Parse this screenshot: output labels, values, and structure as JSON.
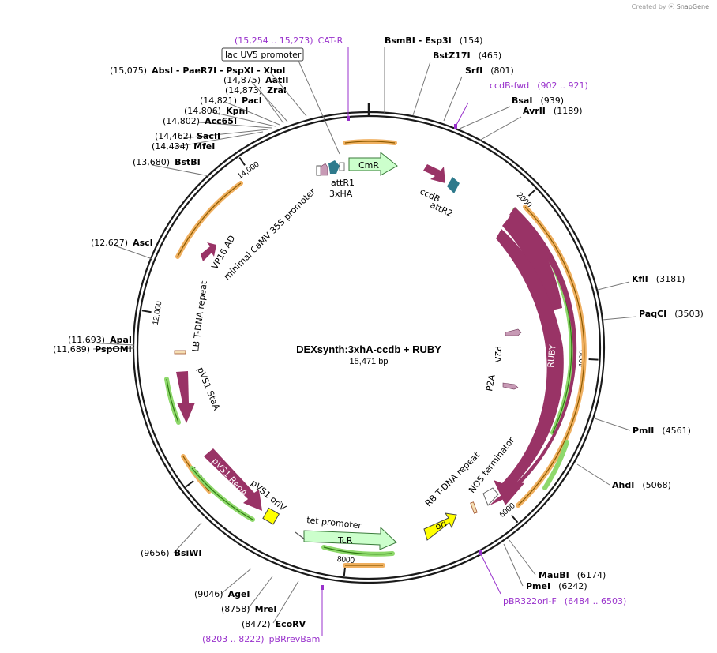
{
  "credit": {
    "prefix": "Created by",
    "brand": "SnapGene"
  },
  "map": {
    "name": "DEXsynth:3xhA-ccdb + RUBY",
    "length_label": "15,471 bp",
    "total_bp": 15471,
    "tick_labels": [
      {
        "bp": 2000,
        "label": "2000"
      },
      {
        "bp": 4000,
        "label": "4000"
      },
      {
        "bp": 6000,
        "label": "6000"
      },
      {
        "bp": 8000,
        "label": "8000"
      },
      {
        "bp": 10000,
        "label": "10,000"
      },
      {
        "bp": 12000,
        "label": "12,000"
      },
      {
        "bp": 14000,
        "label": "14,000"
      }
    ]
  },
  "enzymes": [
    {
      "name": "BsmBI - Esp3I",
      "pos": "(154)"
    },
    {
      "name": "BstZ17I",
      "pos": "(465)"
    },
    {
      "name": "SrfI",
      "pos": "(801)"
    },
    {
      "name": "BsaI",
      "pos": "(939)"
    },
    {
      "name": "AvrII",
      "pos": "(1189)"
    },
    {
      "name": "KflI",
      "pos": "(3181)"
    },
    {
      "name": "PaqCI",
      "pos": "(3503)"
    },
    {
      "name": "PmlI",
      "pos": "(4561)"
    },
    {
      "name": "AhdI",
      "pos": "(5068)"
    },
    {
      "name": "MauBI",
      "pos": "(6174)"
    },
    {
      "name": "PmeI",
      "pos": "(6242)"
    },
    {
      "name": "EcoRV",
      "pos": "(8472)"
    },
    {
      "name": "MreI",
      "pos": "(8758)"
    },
    {
      "name": "AgeI",
      "pos": "(9046)"
    },
    {
      "name": "BsiWI",
      "pos": "(9656)"
    },
    {
      "name": "PspOMI",
      "pos": "(11,689)"
    },
    {
      "name": "ApaI",
      "pos": "(11,693)"
    },
    {
      "name": "AscI",
      "pos": "(12,627)"
    },
    {
      "name": "BstBI",
      "pos": "(13,680)"
    },
    {
      "name": "MfeI",
      "pos": "(14,434)"
    },
    {
      "name": "SacII",
      "pos": "(14,462)"
    },
    {
      "name": "Acc65I",
      "pos": "(14,802)"
    },
    {
      "name": "KpnI",
      "pos": "(14,806)"
    },
    {
      "name": "PacI",
      "pos": "(14,821)"
    },
    {
      "name": "ZraI",
      "pos": "(14,873)"
    },
    {
      "name": "AatII",
      "pos": "(14,875)"
    },
    {
      "name": "AbsI - PaeR7I - PspXI - XhoI",
      "pos": "(15,075)"
    }
  ],
  "primers": [
    {
      "range": "(15,254 .. 15,273)",
      "name": "CAT-R"
    },
    {
      "range": "(902 .. 921)",
      "name": "ccdB-fwd"
    },
    {
      "range": "(6484 .. 6503)",
      "name": "pBR322ori-F"
    },
    {
      "range": "(8203 .. 8222)",
      "name": "pBRrevBam"
    }
  ],
  "features": {
    "lac_uv5": "lac UV5 promoter",
    "cmr": "CmR",
    "attr1": "attR1",
    "ha": "3xHA",
    "ccdb": "ccdB",
    "attr2": "attR2",
    "ruby": "RUBY",
    "p2a_1": "P2A",
    "p2a_2": "P2A",
    "nos": "NOS terminator",
    "rb": "RB T-DNA repeat",
    "ori": "ori",
    "tcr": "TcR",
    "tet": "tet promoter",
    "pvs1_ori": "pVS1 oriV",
    "pvs1_repa": "pVS1 RepA",
    "pvs1_sta": "pVS1 StaA",
    "lb": "LB T-DNA repeat",
    "vp16": "VP16 AD",
    "camv": "minimal CaMV 35S promoter"
  },
  "colors": {
    "backbone": "#1a1a1a",
    "cds": "#993366",
    "marker": "#ccffcc",
    "ori": "#ffff00",
    "orf_orange": "#f0b060",
    "orf_green": "#8ed86b",
    "primer": "#9932cc",
    "tag": "#2e7a8c",
    "att": "#c79ab5"
  }
}
